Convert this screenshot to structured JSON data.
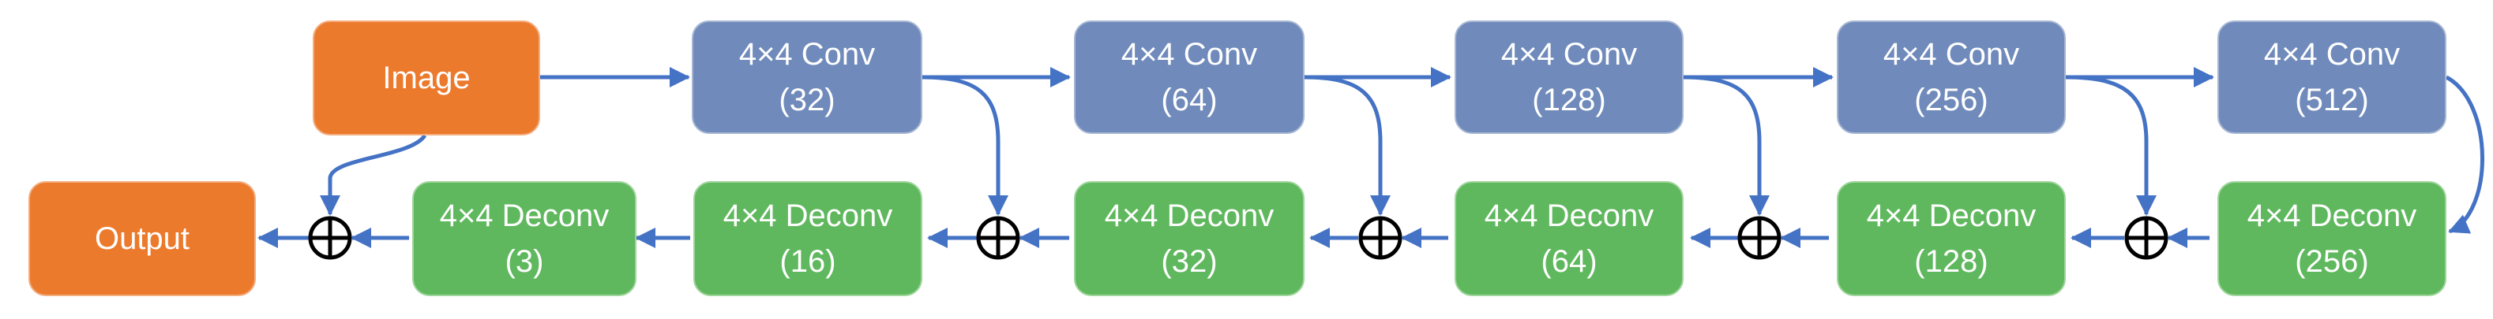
{
  "input": {
    "label": "Image"
  },
  "output": {
    "label": "Output"
  },
  "encoder": [
    {
      "op": "4×4 Conv",
      "channels": "(32)"
    },
    {
      "op": "4×4 Conv",
      "channels": "(64)"
    },
    {
      "op": "4×4 Conv",
      "channels": "(128)"
    },
    {
      "op": "4×4 Conv",
      "channels": "(256)"
    },
    {
      "op": "4×4 Conv",
      "channels": "(512)"
    }
  ],
  "decoder": [
    {
      "op": "4×4 Deconv",
      "channels": "(3)"
    },
    {
      "op": "4×4 Deconv",
      "channels": "(16)"
    },
    {
      "op": "4×4 Deconv",
      "channels": "(32)"
    },
    {
      "op": "4×4 Deconv",
      "channels": "(64)"
    },
    {
      "op": "4×4 Deconv",
      "channels": "(128)"
    },
    {
      "op": "4×4 Deconv",
      "channels": "(256)"
    }
  ],
  "colors": {
    "conv": "#6f8abb",
    "deconv": "#5fb85e",
    "io": "#ec7a2c",
    "arrow": "#4472c4",
    "sum": "#000000"
  }
}
